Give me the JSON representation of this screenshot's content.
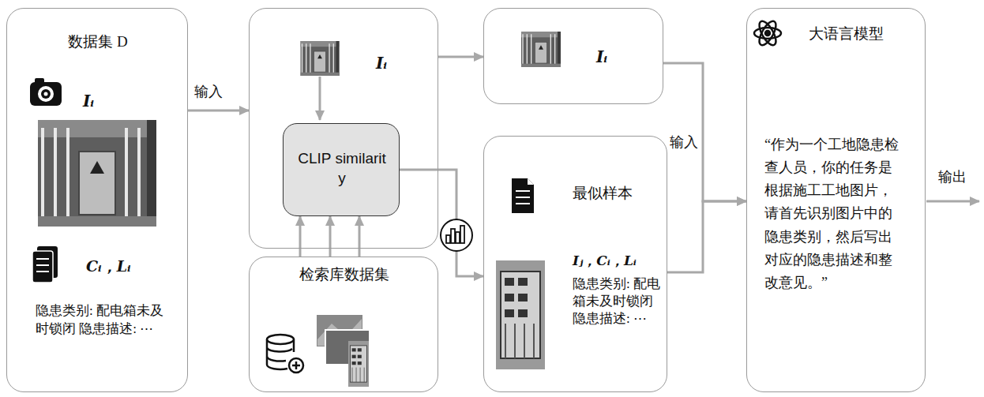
{
  "diagram": {
    "nodes": [
      {
        "text": [
          "数据集 D",
          "Iᵢ",
          "Cᵢ，Lᵢ",
          "隐患类别: 配电箱未及时锁闭 隐患描述: ⋯"
        ]
      },
      {
        "text": [
          "Iᵢ"
        ]
      },
      {
        "text": [
          "CLIP similarity"
        ],
        "in": 1
      },
      {
        "text": [
          "检索库数据集"
        ]
      },
      {
        "text": [
          "Iᵢ"
        ]
      },
      {
        "text": [
          "最似样本",
          "Iⱼ，Cᵢ，Lᵢ",
          "隐患类别: 配电箱未及时锁闭 隐患描述: ⋯"
        ]
      },
      {
        "text": [
          "大语言模型",
          "“作为一个工地隐患检查人员，你的任务是根据施工工地图片，请首先识别图片中的隐患类别，然后写出对应的隐患描述和整改意见。”"
        ]
      }
    ],
    "edges": [
      {
        "from": 0,
        "to": 1,
        "arrow": "to",
        "label": "输入"
      },
      {
        "from": 1,
        "to": 4,
        "arrow": "to"
      },
      {
        "from": 3,
        "to": 2,
        "arrow": "to"
      },
      {
        "from": 3,
        "to": 2,
        "arrow": "to"
      },
      {
        "from": 3,
        "to": 2,
        "arrow": "to"
      },
      {
        "from": 2,
        "to": 5,
        "arrow": "to"
      },
      {
        "from": 4,
        "to": 6,
        "arrow": "to",
        "label": "输入"
      },
      {
        "from": 5,
        "to": 6,
        "arrow": "to"
      }
    ],
    "labels": [
      "输出"
    ]
  }
}
